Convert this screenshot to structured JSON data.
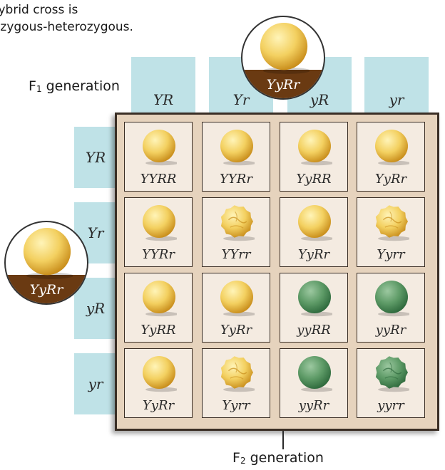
{
  "intro": {
    "line1": "ihybrid cross is",
    "line2": "ozygous-heterozygous."
  },
  "f1_label": {
    "prefix": "F",
    "sub": "1",
    "suffix": " generation"
  },
  "f2_label": {
    "prefix": "F",
    "sub": "2",
    "suffix": " generation"
  },
  "parents": {
    "top": {
      "genotype": "YyRr",
      "seed": {
        "color": "yellow",
        "shape": "round"
      }
    },
    "left": {
      "genotype": "YyRr",
      "seed": {
        "color": "yellow",
        "shape": "round"
      }
    }
  },
  "gametes_top": [
    "YR",
    "Yr",
    "yR",
    "yr"
  ],
  "gametes_left": [
    "YR",
    "Yr",
    "yR",
    "yr"
  ],
  "colors": {
    "gamete_bg": "#bfe2e7",
    "grid_bg": "#e6d3bd",
    "cell_bg": "#f4ebe1",
    "parent_band": "#6a3a12"
  },
  "cells": [
    [
      {
        "genotype": "YYRR",
        "color": "yellow",
        "shape": "round"
      },
      {
        "genotype": "YYRr",
        "color": "yellow",
        "shape": "round"
      },
      {
        "genotype": "YyRR",
        "color": "yellow",
        "shape": "round"
      },
      {
        "genotype": "YyRr",
        "color": "yellow",
        "shape": "round"
      }
    ],
    [
      {
        "genotype": "YYRr",
        "color": "yellow",
        "shape": "round"
      },
      {
        "genotype": "YYrr",
        "color": "yellow",
        "shape": "wrinkled"
      },
      {
        "genotype": "YyRr",
        "color": "yellow",
        "shape": "round"
      },
      {
        "genotype": "Yyrr",
        "color": "yellow",
        "shape": "wrinkled"
      }
    ],
    [
      {
        "genotype": "YyRR",
        "color": "yellow",
        "shape": "round"
      },
      {
        "genotype": "YyRr",
        "color": "yellow",
        "shape": "round"
      },
      {
        "genotype": "yyRR",
        "color": "green",
        "shape": "round"
      },
      {
        "genotype": "yyRr",
        "color": "green",
        "shape": "round"
      }
    ],
    [
      {
        "genotype": "YyRr",
        "color": "yellow",
        "shape": "round"
      },
      {
        "genotype": "Yyrr",
        "color": "yellow",
        "shape": "wrinkled"
      },
      {
        "genotype": "yyRr",
        "color": "green",
        "shape": "round"
      },
      {
        "genotype": "yyrr",
        "color": "green",
        "shape": "wrinkled"
      }
    ]
  ]
}
